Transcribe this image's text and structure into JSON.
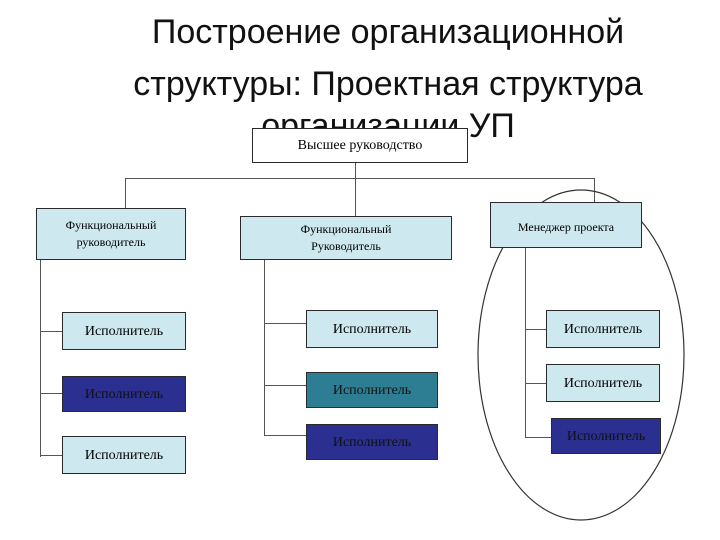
{
  "title": {
    "line1": "Построение организационной",
    "line2": "структуры: Проектная структура",
    "line3": "организации УП"
  },
  "nodes": {
    "top": "Высшее руководство",
    "func_manager_1": "Функциональный руководитель",
    "func_manager_2": "Функциональный Руководитель",
    "project_manager": "Менеджер проекта",
    "col1": [
      "Исполнитель",
      "Исполнитель",
      "Исполнитель"
    ],
    "col2": [
      "Исполнитель",
      "Исполнитель",
      "Исполнитель"
    ],
    "col3": [
      "Исполнитель",
      "Исполнитель",
      "Исполнитель"
    ]
  },
  "colors": {
    "light_box": "#cde8ef",
    "navy_box": "#2b2f8f",
    "teal_box": "#2d7e93",
    "white_box": "#ffffff",
    "connector": "#555555"
  }
}
